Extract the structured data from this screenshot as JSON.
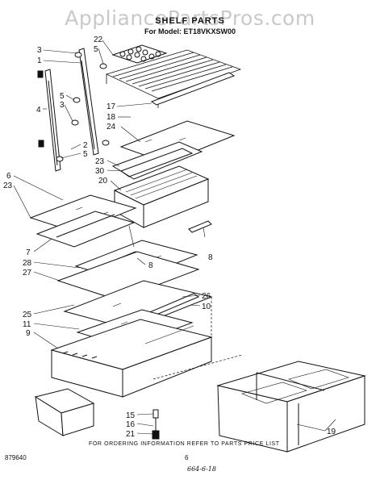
{
  "watermark": "AppliancePartsPros.com",
  "title": "SHELF PARTS",
  "model": "For Model: ET18VKXSW00",
  "footer": {
    "order_note": "FOR ORDERING INFORMATION REFER TO PARTS PRICE LIST",
    "code": "879640",
    "page": "6",
    "handwritten": "664-6-18"
  },
  "callouts": {
    "c22": "22",
    "c5a": "5",
    "c3a": "3",
    "c1": "1",
    "c4": "4",
    "c5b": "5",
    "c3b": "3",
    "c2": "2",
    "c5c": "5",
    "c17": "17",
    "c18": "18",
    "c24": "24",
    "c23a": "23",
    "c30": "30",
    "c20": "20",
    "c6": "6",
    "c23b": "23",
    "c8a": "8",
    "c7": "7",
    "c28": "28",
    "c8b": "8",
    "c27": "27",
    "c26": "26",
    "c10": "10",
    "c25": "25",
    "c11": "11",
    "c9": "9",
    "c15": "15",
    "c16": "16",
    "c21": "21",
    "c19": "19"
  }
}
